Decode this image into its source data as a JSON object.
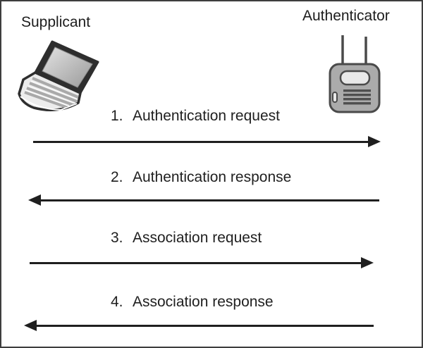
{
  "diagram": {
    "left_actor": {
      "label": "Supplicant",
      "icon": "laptop-icon"
    },
    "right_actor": {
      "label": "Authenticator",
      "icon": "access-point-icon"
    },
    "messages": [
      {
        "number": "1.",
        "label": "Authentication request",
        "direction": "right"
      },
      {
        "number": "2.",
        "label": "Authentication response",
        "direction": "left"
      },
      {
        "number": "3.",
        "label": "Association request",
        "direction": "right"
      },
      {
        "number": "4.",
        "label": "Association response",
        "direction": "left"
      }
    ],
    "colors": {
      "text": "#1f1f1f",
      "arrow": "#1f1f1f",
      "frame_border": "#3d3d3d",
      "device_body": "#ababab",
      "device_outline": "#4a4a4a",
      "background": "#ffffff"
    }
  }
}
